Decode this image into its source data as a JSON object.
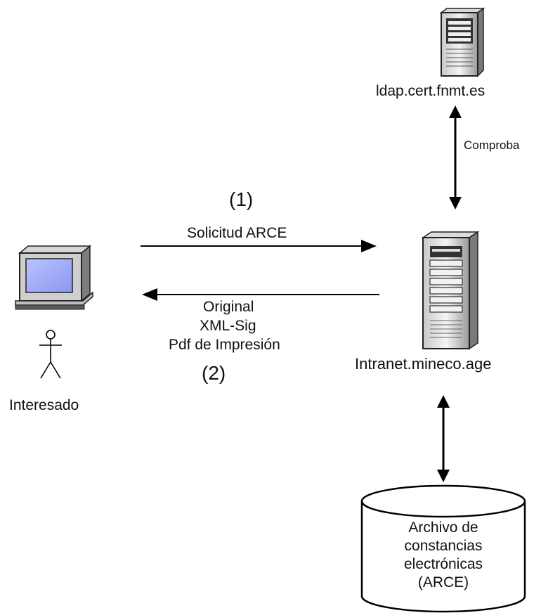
{
  "labels": {
    "ldap_server": "ldap.cert.fnmt.es",
    "comprobacion": "Comproba",
    "step1": "(1)",
    "request": "Solicitud ARCE",
    "response_line1": "Original",
    "response_line2": "XML-Sig",
    "response_line3": "Pdf de Impresión",
    "step2": "(2)",
    "intranet_server": "Intranet.mineco.age",
    "user": "Interesado",
    "archive_line1": "Archivo de",
    "archive_line2": "constancias",
    "archive_line3": "electrónicas",
    "archive_line4": "(ARCE)"
  }
}
